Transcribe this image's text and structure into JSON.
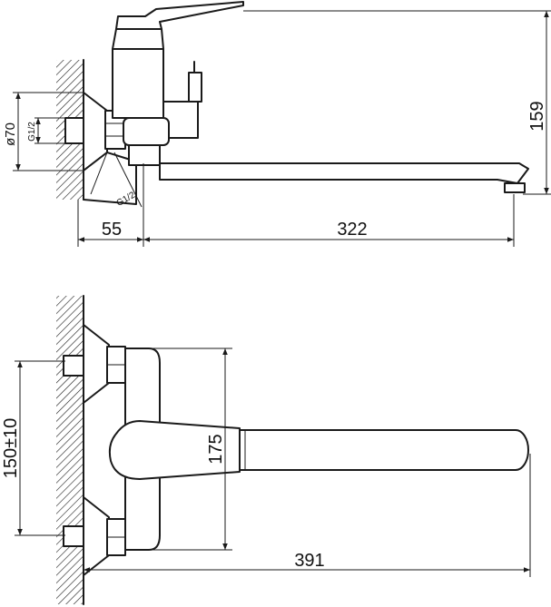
{
  "side_view": {
    "dim_height": "159",
    "dim_diameter": "ø70",
    "thread_inlet": "G1/2",
    "thread_outlet": "G1/2",
    "dim_offset": "55",
    "dim_spout_reach": "322"
  },
  "top_view": {
    "dim_centers": "150±10",
    "dim_body_height": "175",
    "dim_total_length": "391"
  }
}
